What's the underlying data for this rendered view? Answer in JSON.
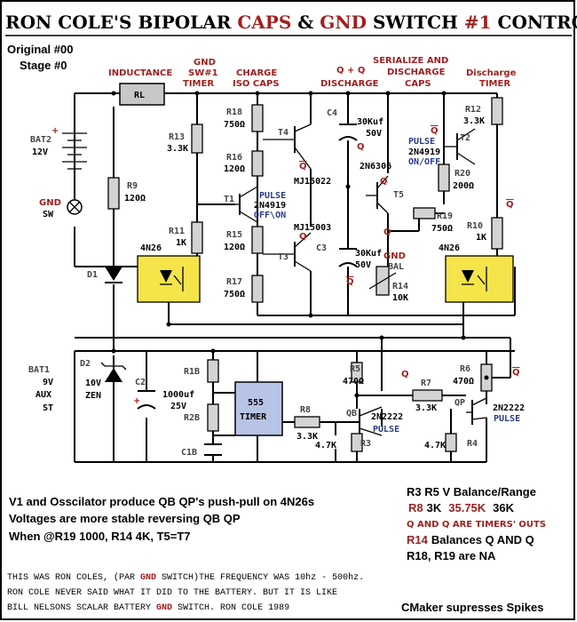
{
  "title": {
    "p1": "RON COLE'S BIPOLAR ",
    "caps": "CAPS",
    "amp": " & ",
    "gnd": "GND",
    "p2": " SWITCH ",
    "num": "#1",
    "p3": " CONTROL"
  },
  "original": "Original #00",
  "stage": "Stage #0",
  "headers": {
    "inductance": "INDUCTANCE",
    "gnd_sw_1": "GND",
    "gnd_sw_2": "SW#1",
    "gnd_sw_3": "TIMER",
    "charge_1": "CHARGE",
    "charge_2": "ISO CAPS",
    "qdis_1": "Q + Q",
    "qdis_2": "DISCHARGE",
    "ser_1": "SERIALIZE AND",
    "ser_2": "DISCHARGE",
    "ser_3": "CAPS",
    "dtimer_1": "Discharge",
    "dtimer_2": "TIMER"
  },
  "components": {
    "rl": "RL",
    "bat2": "BAT2",
    "bat2_v": "12V",
    "gnd": "GND",
    "sw": "SW",
    "r9": "R9",
    "r9_v": "120Ω",
    "r13": "R13",
    "r13_v": "3.3K",
    "r18": "R18",
    "r18_v": "750Ω",
    "r16": "R16",
    "r16_v": "120Ω",
    "t4": "T4",
    "q": "Q",
    "qbar": "Q",
    "mj1": "MJ15022",
    "mj2": "MJ15003",
    "t1": "T1",
    "pulse": "PULSE",
    "t_2n4919": "2N4919",
    "offon": "OFF\\ON",
    "onoff": "ON/OFF",
    "r11": "R11",
    "r11_v": "1K",
    "r15": "R15",
    "r15_v": "120Ω",
    "r17": "R17",
    "r17_v": "750Ω",
    "t3": "T3",
    "c4": "C4",
    "c4_v1": "30Kuf",
    "c4_v2": "50V",
    "c3": "C3",
    "c3_v1": "30Kuf",
    "c3_v2": "50V",
    "t_2n6306": "2N6306",
    "t5": "T5",
    "r19": "R19",
    "r19_v": "750Ω",
    "gnd_bal_1": "GND",
    "gnd_bal_2": "BAL",
    "r14": "R14",
    "r14_v": "10K",
    "r12": "R12",
    "r12_v": "3.3K",
    "t2": "T2",
    "r20": "R20",
    "r20_v": "200Ω",
    "r10": "R10",
    "r10_v": "1K",
    "opto1": "4N26",
    "opto2": "4N26",
    "d1": "D1",
    "bat1": "BAT1",
    "bat1_v": "9V",
    "aux": "AUX",
    "st": "ST",
    "d2": "D2",
    "d2_v1": "10V",
    "d2_v2": "ZEN",
    "c2": "C2",
    "c2_v1": "1000uf",
    "c2_v2": "25V",
    "r1b": "R1B",
    "r2b": "R2B",
    "c1b": "C1B",
    "timer_1": "555",
    "timer_2": "TIMER",
    "r8": "R8",
    "r8_v": "3.3K",
    "qb": "QB",
    "r3": "R3",
    "r3_v": "4.7K",
    "r5": "R5",
    "r5_v": "470Ω",
    "r7": "R7",
    "r7_v": "3.3K",
    "r6": "R6",
    "r6_v": "470Ω",
    "qp": "QP",
    "r4": "R4",
    "r4_v": "4.7K",
    "t_2n2222": "2N2222"
  },
  "notes": {
    "l1": "V1 and Osscilator produce QB QP's push-pull on 4N26s",
    "l2": "Voltages are more stable reversing QB QP",
    "l3": "When @R19 1000, R14 4K, T5=T7"
  },
  "balance": {
    "title": "R3 R5 V Balance/Range",
    "r8": "R8",
    "v1": "3K",
    "v2": "35.75K",
    "v3": "36K",
    "q_and": "Q AND Q ARE TIMERS' OUTS",
    "r14": "R14",
    "r14_text": "Balances Q AND Q",
    "na": "R18, R19 are NA"
  },
  "footer": {
    "l1a": "THIS WAS RON COLES, (PAR ",
    "l1b": "GND",
    "l1c": " SWITCH)THE FREQUENCY WAS 10hz - 500hz.",
    "l2": "RON COLE NEVER SAID WHAT IT DID TO THE BATTERY. BUT IT IS LIKE",
    "l3a": "BILL NELSONS SCALAR BATTERY ",
    "l3b": "GND",
    "l3c": " SWITCH. RON COLE 1989",
    "cmaker": "CMaker supresses Spikes"
  }
}
